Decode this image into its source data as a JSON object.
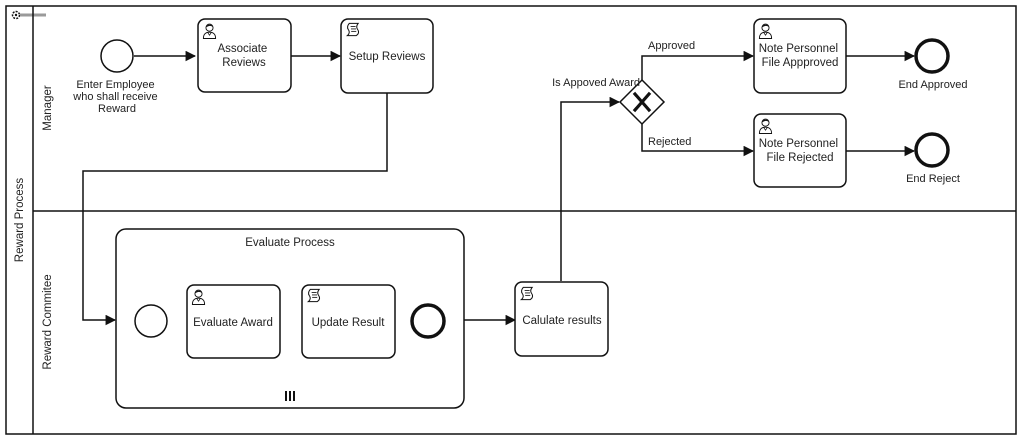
{
  "pool": {
    "name": "Reward Process"
  },
  "lanes": {
    "manager": "Manager",
    "committee": "Reward Commitee"
  },
  "events": {
    "start_main": [
      "Enter Employee",
      "who shall receive",
      "Reward"
    ],
    "end_approved": "End Approved",
    "end_reject": "End Reject"
  },
  "tasks": {
    "associate_reviews": [
      "Associate",
      "Reviews"
    ],
    "setup_reviews": "Setup Reviews",
    "note_approved": [
      "Note Personnel",
      "File Appproved"
    ],
    "note_rejected": [
      "Note Personnel",
      "File Rejected"
    ],
    "evaluate_award": "Evaluate Award",
    "update_result": "Update Result",
    "calculate_results": "Calulate results"
  },
  "subprocess": {
    "title": "Evaluate Process",
    "marker": "multi-instance-icon"
  },
  "gateway": {
    "label": "Is Appoved Award",
    "icon": "exclusive-x-icon"
  },
  "flows": {
    "approved": "Approved",
    "rejected": "Rejected"
  },
  "icons": {
    "user_task": "user-icon",
    "script_task": "script-icon",
    "logo": "cog-logo"
  },
  "colors": {
    "stroke": "#111111",
    "fill": "#ffffff"
  }
}
